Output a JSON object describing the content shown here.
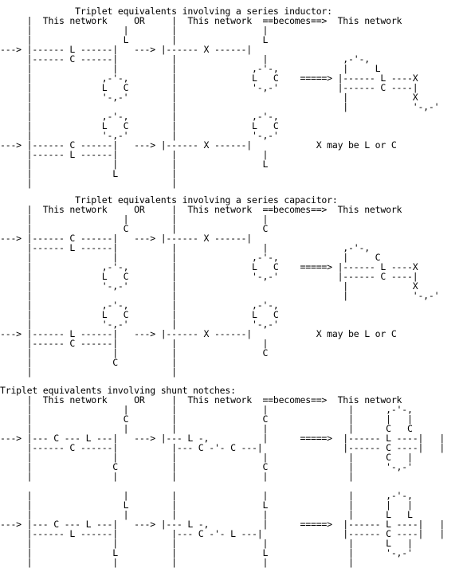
{
  "colors": {
    "background": "#ffffff",
    "ink": "#000000"
  },
  "sections": [
    {
      "id": "series-inductor",
      "title": "Triplet equivalents involving a series inductor:",
      "header": "This network     OR        This network  ==becomes==>  This network",
      "caption": "X may be L or C",
      "art": "              Triplet equivalents involving a series inductor:\n     |  This network     OR     |  This network  ==becomes==>  This network\n     |                 |        |                |\n     |                 L        |                L\n---> |------ L ------|   ---> |------ X ------|\n     |------ C ------|          |                |              ,-'-,\n     |               |          |              ,-'-,            |     L\n     |             ,-'-,        |              L   C    =====> |------ L ----X\n     |             L   C        |              '-,-'           |------ C ----|\n     |             '-,-'        |                               |            X\n     |                          |                               |            '-,-'\n     |             ,-'-,        |              ,-'-,\n     |             L   C        |              L   C\n     |             '-,-'        |              '-,-'\n---> |------ C ------|   ---> |------ X ------|            X may be L or C\n     |------ L ------|          |                |\n     |               |          |                L\n     |               L          |\n     |                          |"
    },
    {
      "id": "series-capacitor",
      "title": "Triplet equivalents involving a series capacitor:",
      "header": "This network     OR        This network  ==becomes==>  This network",
      "caption": "X may be L or C",
      "art": "              Triplet equivalents involving a series capacitor:\n     |  This network     OR     |  This network  ==becomes==>  This network\n     |                 |        |                |\n     |                 C        |                C\n---> |------ C ------|   ---> |------ X ------|\n     |------ L ------|          |                |              ,-'-,\n     |               |          |              ,-'-,            |     C\n     |             ,-'-,        |              L   C    =====> |------ L ----X\n     |             L   C        |              '-,-'           |------ C ----|\n     |             '-,-'        |                               |            X\n     |                          |                               |            '-,-'\n     |             ,-'-,        |              ,-'-,\n     |             L   C        |              L   C\n     |             '-,-'        |              '-,-'\n---> |------ L ------|   ---> |------ X ------|            X may be L or C\n     |------ C ------|          |                |\n     |               |          |                C\n     |               C          |\n     |                          |"
    },
    {
      "id": "shunt-notches",
      "title": "Triplet equivalents involving shunt notches:",
      "header": "This network     OR        This network  ==becomes==>  This network",
      "art": "Triplet equivalents involving shunt notches:\n     |  This network     OR     |  This network  ==becomes==>  This network\n     |                 |        |                |               |      ,-'-,\n     |                 C        |                C               |      |   |\n     |                 |        |                |               |      C   C\n---> |--- C --- L ---|   ---> |--- L -,          |      =====>  |------ L ----|   |\n     |------ C ------|          |--- C -'- C ---|               |------ C ----|   |\n     |               |          |                |               |      C   |\n     |               C          |                C               |      '-,-'\n     |               |          |                |               |\n\n     |                 |        |                |               |      ,-'-,\n     |                 L        |                L               |      |   |\n     |                 |        |                |               |      L   L\n---> |--- C --- L ---|   ---> |--- L -,          |      =====>  |------ L ----|   |\n     |------ L ------|          |--- C -'- L ---|               |------ C ----|   |\n     |               |          |                |               |      L   |\n     |               L          |                L               |      '-,-'\n     |               |          |                |               |"
    }
  ]
}
